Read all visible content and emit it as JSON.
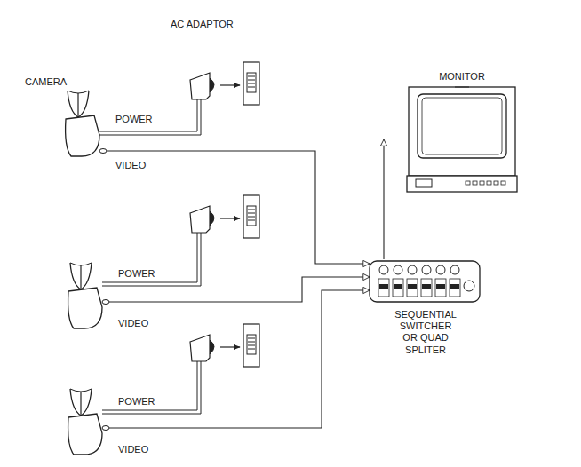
{
  "diagram": {
    "nodes": [
      {
        "text": [
          "MONITOR"
        ]
      },
      {
        "text": [
          "SEQUENTIAL SWITCHER OR QUAD SPLITER"
        ]
      }
    ],
    "edges": [
      {
        "from": 1,
        "to": 0,
        "arrow": "to"
      }
    ],
    "labels": [
      "AC ADAPTOR",
      "CAMERA",
      "POWER",
      "VIDEO",
      "POWER",
      "VIDEO",
      "POWER",
      "VIDEO"
    ]
  }
}
